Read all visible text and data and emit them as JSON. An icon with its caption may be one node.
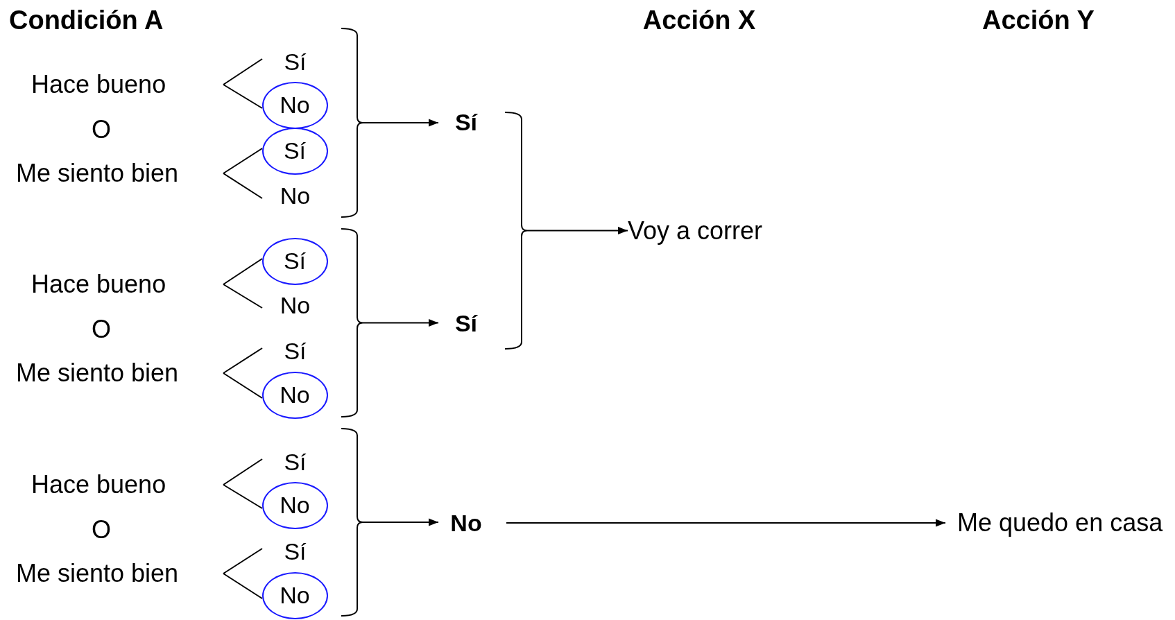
{
  "diagram": {
    "nodes": [
      {
        "text": [
          "Hace bueno"
        ]
      },
      {
        "text": [
          "Me siento bien"
        ]
      },
      {
        "text": [
          "Sí"
        ]
      },
      {
        "text": [],
        "shape": "circle"
      },
      {
        "text": [
          "No"
        ],
        "in": 3
      },
      {
        "text": [],
        "shape": "circle"
      },
      {
        "text": [
          "Sí"
        ],
        "in": 5
      },
      {
        "text": [
          "No"
        ]
      },
      {
        "text": [
          "Hace bueno"
        ]
      },
      {
        "text": [
          "Me siento bien"
        ]
      },
      {
        "text": [],
        "shape": "circle"
      },
      {
        "text": [
          "Sí"
        ],
        "in": 10
      },
      {
        "text": [
          "No"
        ]
      },
      {
        "text": [
          "Sí"
        ]
      },
      {
        "text": [],
        "shape": "circle"
      },
      {
        "text": [
          "No"
        ],
        "in": 14
      },
      {
        "text": [
          "Hace bueno"
        ]
      },
      {
        "text": [
          "Me siento bien"
        ]
      },
      {
        "text": [
          "Sí"
        ]
      },
      {
        "text": [],
        "shape": "circle"
      },
      {
        "text": [
          "No"
        ],
        "in": 19
      },
      {
        "text": [
          "Sí"
        ]
      },
      {
        "text": [],
        "shape": "circle"
      },
      {
        "text": [
          "No"
        ],
        "in": 22
      },
      {
        "text": [
          "Sí"
        ]
      },
      {
        "text": [
          "Sí"
        ]
      },
      {
        "text": [
          "No"
        ]
      },
      {
        "text": [
          "Voy a correr"
        ]
      },
      {
        "text": [
          "Me quedo en casa"
        ]
      },
      {
        "text": [],
        "shape": "bracket"
      },
      {
        "text": [],
        "shape": "bracket"
      },
      {
        "text": [],
        "shape": "bracket"
      },
      {
        "text": [],
        "shape": "bracket"
      }
    ],
    "edges": [
      {
        "from": 0,
        "to": 2,
        "arrow": "none"
      },
      {
        "from": 0,
        "to": 4,
        "arrow": "none"
      },
      {
        "from": 1,
        "to": 6,
        "arrow": "none"
      },
      {
        "from": 1,
        "to": 7,
        "arrow": "none"
      },
      {
        "from": 8,
        "to": 11,
        "arrow": "none"
      },
      {
        "from": 8,
        "to": 12,
        "arrow": "none"
      },
      {
        "from": 9,
        "to": 13,
        "arrow": "none"
      },
      {
        "from": 9,
        "to": 15,
        "arrow": "none"
      },
      {
        "from": 16,
        "to": 18,
        "arrow": "none"
      },
      {
        "from": 16,
        "to": 20,
        "arrow": "none"
      },
      {
        "from": 17,
        "to": 21,
        "arrow": "none"
      },
      {
        "from": 17,
        "to": 23,
        "arrow": "none"
      },
      {
        "from": 29,
        "to": 24,
        "arrow": "to"
      },
      {
        "from": 31,
        "to": 25,
        "arrow": "to"
      },
      {
        "from": 32,
        "to": 26,
        "arrow": "to"
      },
      {
        "from": 30,
        "to": 27,
        "arrow": "to"
      },
      {
        "from": 26,
        "to": 28,
        "arrow": "to"
      }
    ],
    "labels": [
      "Condición A",
      "Acción X",
      "Acción Y",
      "O",
      "O",
      "O"
    ]
  }
}
